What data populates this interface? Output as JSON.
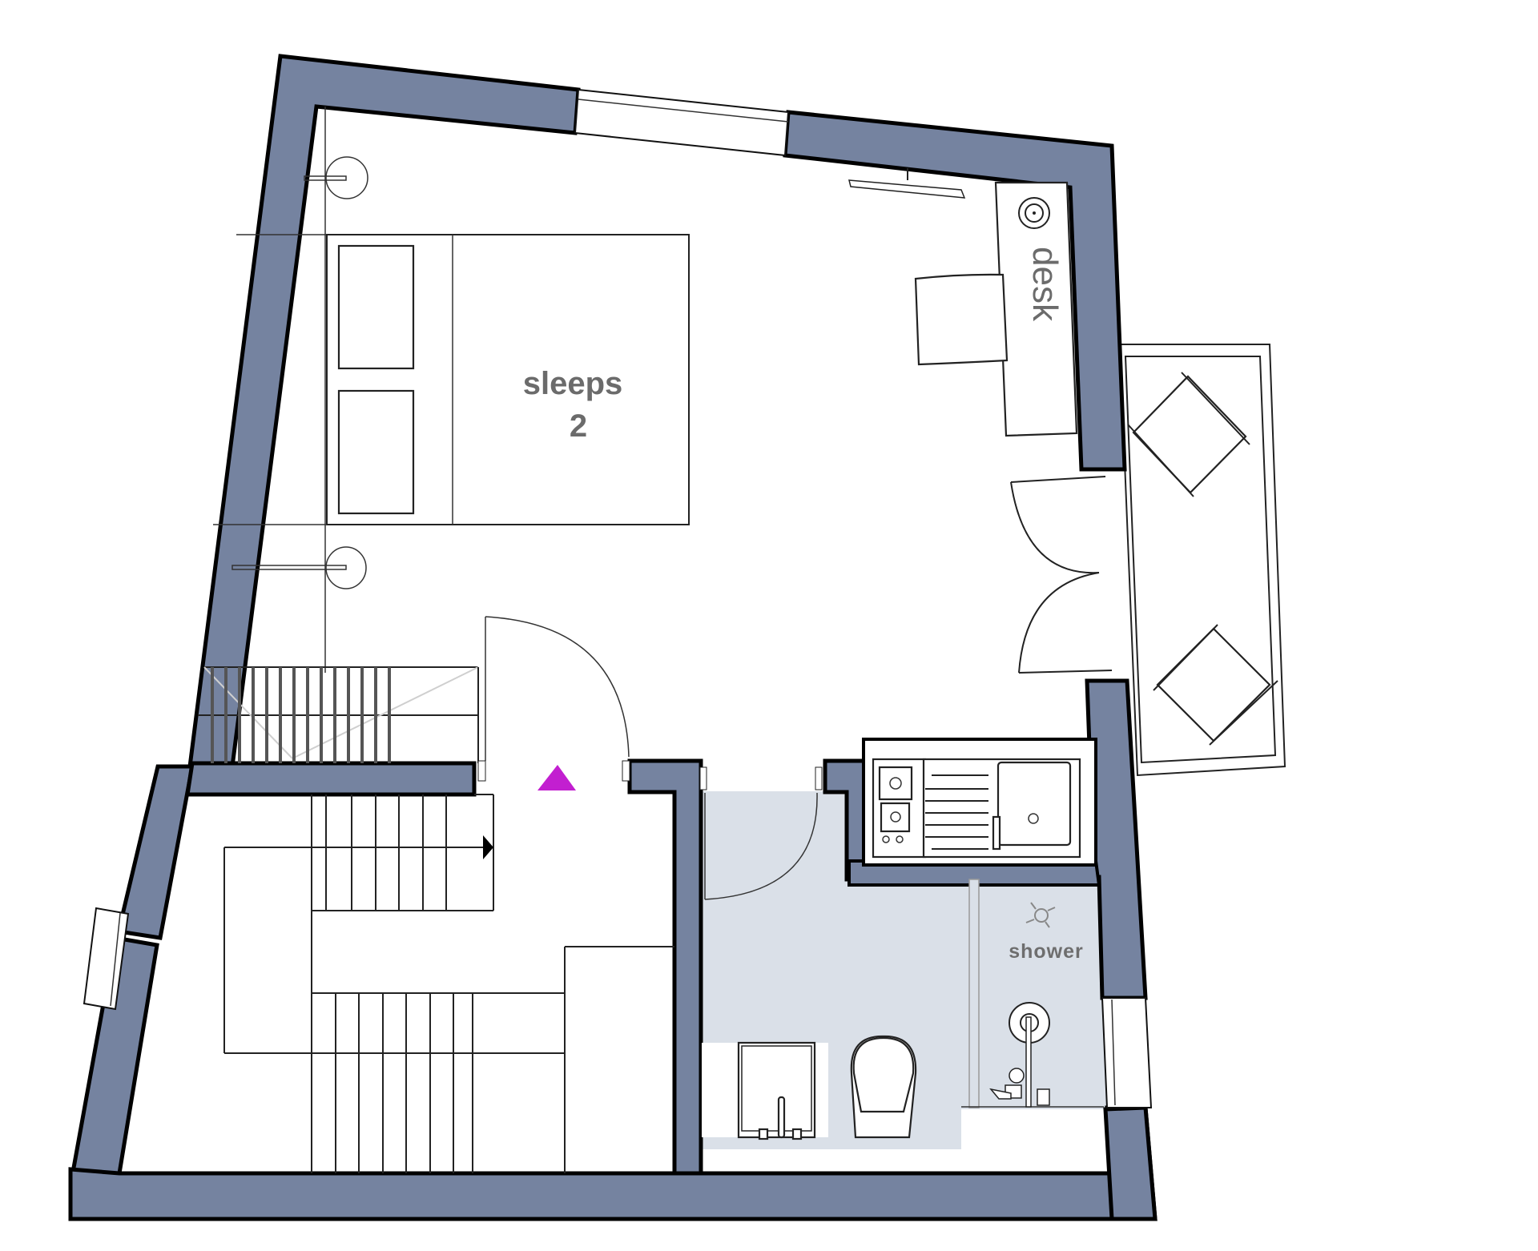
{
  "plan": {
    "title": "Studio apartment floor plan",
    "colors": {
      "wall_fill": "#7583a0",
      "wall_outline": "#000000",
      "bathroom_floor": "#dae0e8",
      "entrance_marker": "#c21fd0",
      "label_text": "#6b6b6b",
      "background": "#ffffff"
    },
    "rooms": {
      "bedroom": {
        "label_line1": "sleeps",
        "label_line2": "2",
        "furniture": "double bed with two pillows and two bedside tables"
      },
      "desk_area": {
        "label": "desk",
        "furniture": [
          "desk",
          "desk chair",
          "wall-mounted TV",
          "desk lamp"
        ]
      },
      "kitchenette": {
        "furniture": [
          "two-burner hob",
          "drainer",
          "sink"
        ]
      },
      "bathroom": {
        "furniture": [
          "washbasin",
          "toilet",
          "shower"
        ]
      },
      "shower": {
        "label": "shower"
      },
      "balcony": {
        "furniture": [
          "two folding chairs"
        ]
      },
      "stairwell": {
        "features": [
          "U-shaped staircase",
          "direction arrow",
          "gallery railing"
        ]
      }
    },
    "markers": {
      "entrance": {
        "shape": "triangle",
        "color": "#c21fd0",
        "meaning": "you are here / entrance"
      },
      "stair_arrow": {
        "shape": "right-pointing arrow"
      }
    },
    "openings": {
      "doors": [
        "entrance door (single swing)",
        "bathroom door (single swing)",
        "balcony French doors (double swing)"
      ],
      "windows": [
        "top wall window",
        "left wall window (stairwell)",
        "right wall window (shower)"
      ]
    }
  }
}
